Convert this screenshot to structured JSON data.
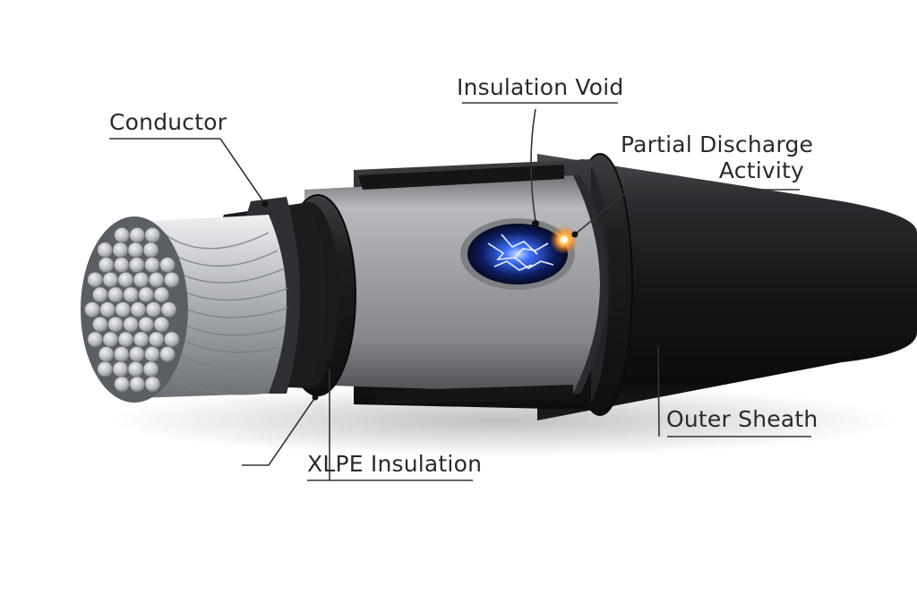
{
  "diagram": {
    "labels": {
      "conductor": "Conductor",
      "insulation_void": "Insulation Void",
      "partial_discharge_line1": "Partial Discharge",
      "partial_discharge_line2": "Activity",
      "outer_sheath": "Outer Sheath",
      "xlpe_insulation": "XLPE Insulation"
    },
    "colors": {
      "background": "#ffffff",
      "label_text": "#2a2a2a",
      "leader_line": "#333333",
      "sheath": "#1c1c1e",
      "insulation_silver": "#9a9ca0",
      "conductor_aluminum": "#c9ccd0",
      "discharge_blue": "#2b5cff",
      "discharge_spark": "#ffb347"
    },
    "icons": [
      "lightning-spark-icon"
    ]
  }
}
